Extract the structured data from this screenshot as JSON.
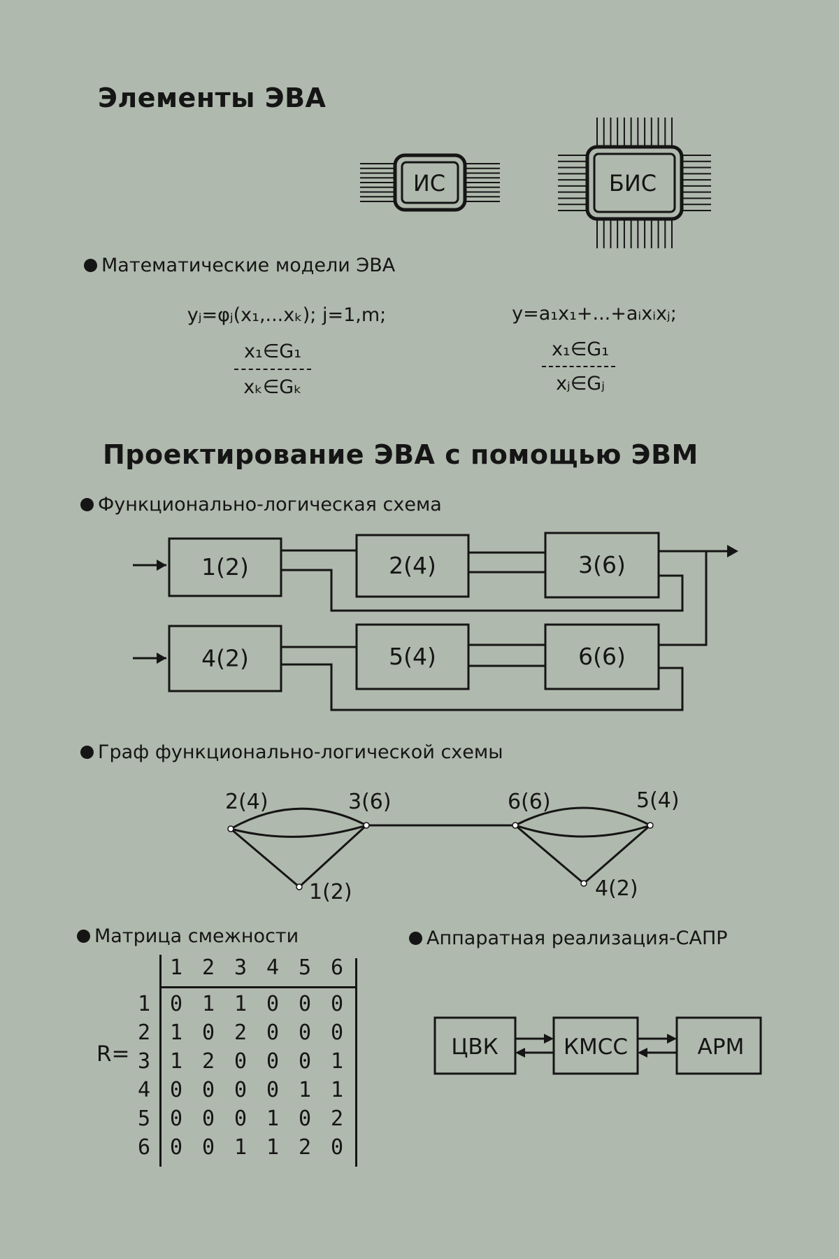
{
  "sections": {
    "elements_title": "Элементы ЭВА",
    "math_models_title": "Математические модели ЭВА",
    "design_title": "Проектирование ЭВА с помощью ЭВМ",
    "functional_scheme_title": "Функционально-логическая схема",
    "graph_title": "Граф функционально-логической схемы",
    "matrix_title": "Матрица смежности",
    "hardware_title": "Аппаратная реализация-САПР"
  },
  "chips": {
    "small": "ИС",
    "large": "БИС"
  },
  "formulas": {
    "left": {
      "main": "yⱼ=φⱼ(x₁,...xₖ); j=1,m;",
      "top": "x₁∈G₁",
      "bottom": "xₖ∈Gₖ"
    },
    "right": {
      "main": "y=a₁x₁+...+aᵢxᵢxⱼ;",
      "top": "x₁∈G₁",
      "bottom": "xⱼ∈Gⱼ"
    }
  },
  "functional_blocks": [
    "1(2)",
    "2(4)",
    "3(6)",
    "4(2)",
    "5(4)",
    "6(6)"
  ],
  "graph_nodes": [
    "2(4)",
    "3(6)",
    "1(2)",
    "6(6)",
    "5(4)",
    "4(2)"
  ],
  "matrix": {
    "label": "R=",
    "col_headers": [
      "1",
      "2",
      "3",
      "4",
      "5",
      "6"
    ],
    "row_headers": [
      "1",
      "2",
      "3",
      "4",
      "5",
      "6"
    ],
    "rows": [
      [
        "0",
        "1",
        "1",
        "0",
        "0",
        "0"
      ],
      [
        "1",
        "0",
        "2",
        "0",
        "0",
        "0"
      ],
      [
        "1",
        "2",
        "0",
        "0",
        "0",
        "1"
      ],
      [
        "0",
        "0",
        "0",
        "0",
        "1",
        "1"
      ],
      [
        "0",
        "0",
        "0",
        "1",
        "0",
        "2"
      ],
      [
        "0",
        "0",
        "1",
        "1",
        "2",
        "0"
      ]
    ]
  },
  "hardware": [
    "ЦВК",
    "КМСС",
    "АРМ"
  ]
}
